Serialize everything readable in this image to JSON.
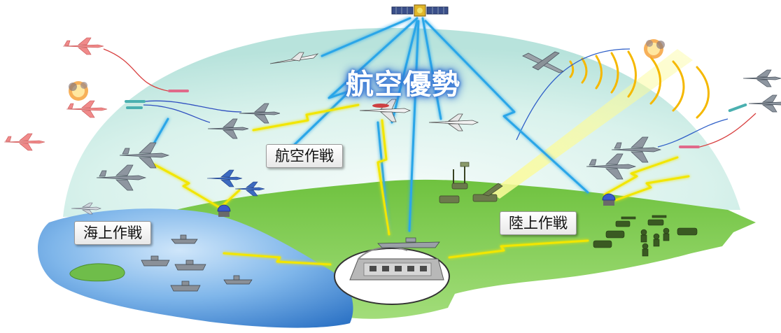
{
  "title": "航空優勢",
  "labels": {
    "air_ops": "航空作戦",
    "sea_ops": "海上作戦",
    "land_ops": "陸上作戦"
  },
  "colors": {
    "sky_dome": "#cfeee8",
    "land": "#86d35a",
    "sea": "#3b86d6",
    "datalink_yellow": "#f2e600",
    "datalink_blue": "#2aa6e8",
    "radar_arc": "#f5b800",
    "title_glow": "#3b7bd8"
  }
}
